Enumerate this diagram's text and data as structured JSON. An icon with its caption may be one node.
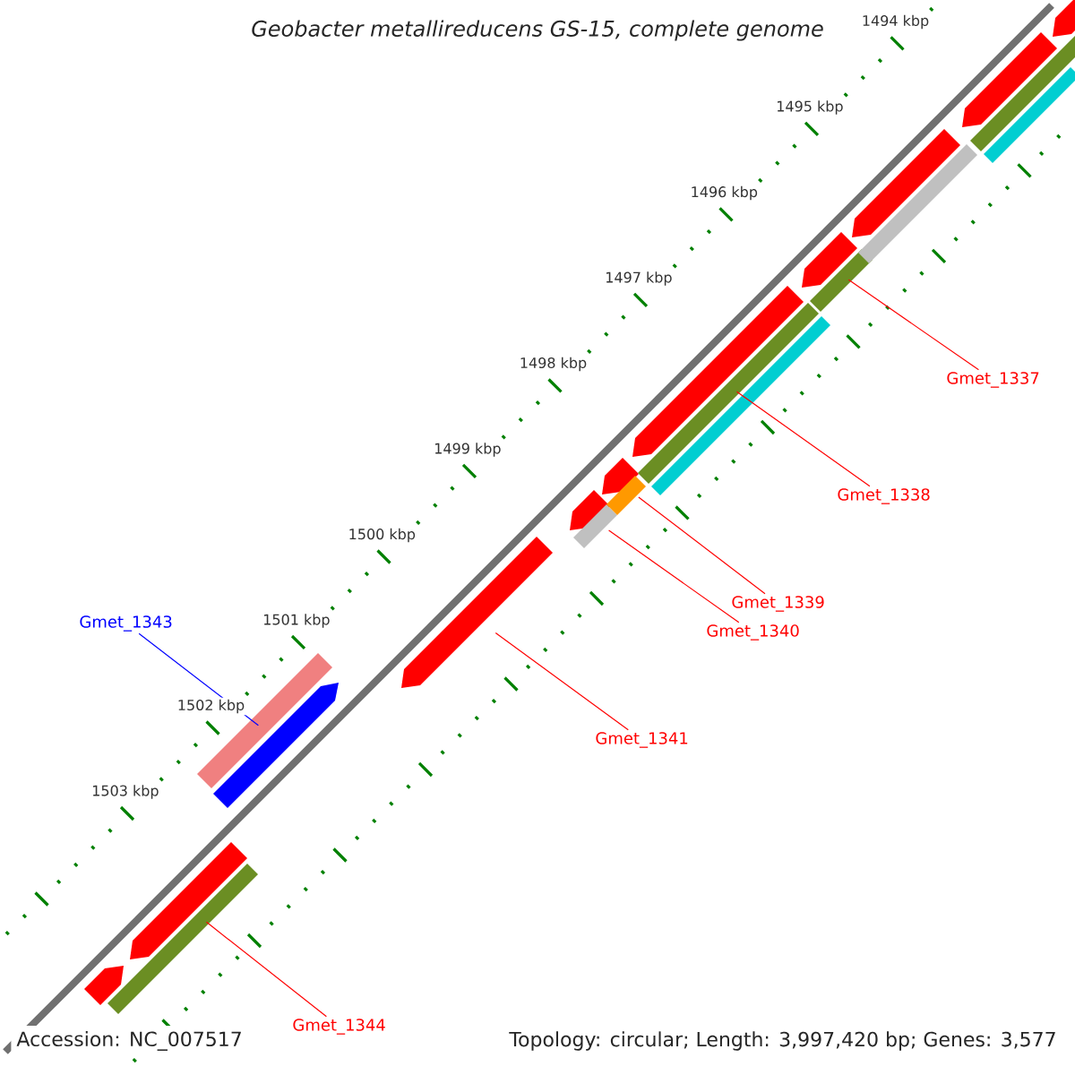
{
  "diagram": {
    "title": "Geobacter metallireducens GS-15, complete genome",
    "nodes": [
      {
        "text": [
          "Gmet_1337"
        ]
      },
      {
        "text": [
          "Gmet_1338"
        ]
      },
      {
        "text": [
          "Gmet_1339"
        ]
      },
      {
        "text": [
          "Gmet_1343"
        ]
      },
      {
        "text": [
          "Gmet_1340"
        ]
      },
      {
        "text": [
          "Gmet_1341"
        ]
      },
      {
        "text": [
          "Gmet_1344"
        ]
      },
      {
        "text": [],
        "shape": "arrow"
      },
      {
        "text": [],
        "shape": "bar"
      },
      {
        "text": [],
        "shape": "arrow"
      },
      {
        "text": [],
        "shape": "bar"
      },
      {
        "text": [],
        "shape": "arrow"
      },
      {
        "text": [],
        "shape": "arrow"
      },
      {
        "text": [],
        "shape": "arrow"
      },
      {
        "text": [],
        "shape": "bar"
      },
      {
        "text": [],
        "shape": "arrow"
      },
      {
        "text": [],
        "shape": "bar"
      },
      {
        "text": [],
        "shape": "arrow"
      },
      {
        "text": [],
        "shape": "bar"
      },
      {
        "text": [],
        "shape": "bar"
      },
      {
        "text": [],
        "shape": "arrow"
      },
      {
        "text": [],
        "shape": "bar"
      },
      {
        "text": [],
        "shape": "arrow"
      },
      {
        "text": [],
        "shape": "bar"
      },
      {
        "text": [],
        "shape": "arrow"
      },
      {
        "text": [],
        "shape": "bar"
      },
      {
        "text": [],
        "shape": "bar"
      },
      {
        "text": [],
        "shape": "arrow"
      }
    ],
    "edges": [
      {
        "from": 0,
        "to": 20,
        "arrow": "none"
      },
      {
        "from": 1,
        "to": 17,
        "arrow": "none"
      },
      {
        "from": 2,
        "to": 15,
        "arrow": "none"
      },
      {
        "from": 3,
        "to": 11,
        "arrow": "none",
        "color": "#0000ff"
      },
      {
        "from": 4,
        "to": 13,
        "arrow": "none"
      },
      {
        "from": 5,
        "to": 12,
        "arrow": "none"
      },
      {
        "from": 6,
        "to": 9,
        "arrow": "none"
      }
    ],
    "labels": [
      "1494 kbp",
      "1495 kbp",
      "1496 kbp",
      "1497 kbp",
      "1498 kbp",
      "1499 kbp",
      "1500 kbp",
      "1501 kbp",
      "1502 kbp",
      "1503 kbp",
      "Accession: NC_007517",
      "Topology: circular; Length: 3,997,420 bp; Genes: 3,577"
    ]
  }
}
